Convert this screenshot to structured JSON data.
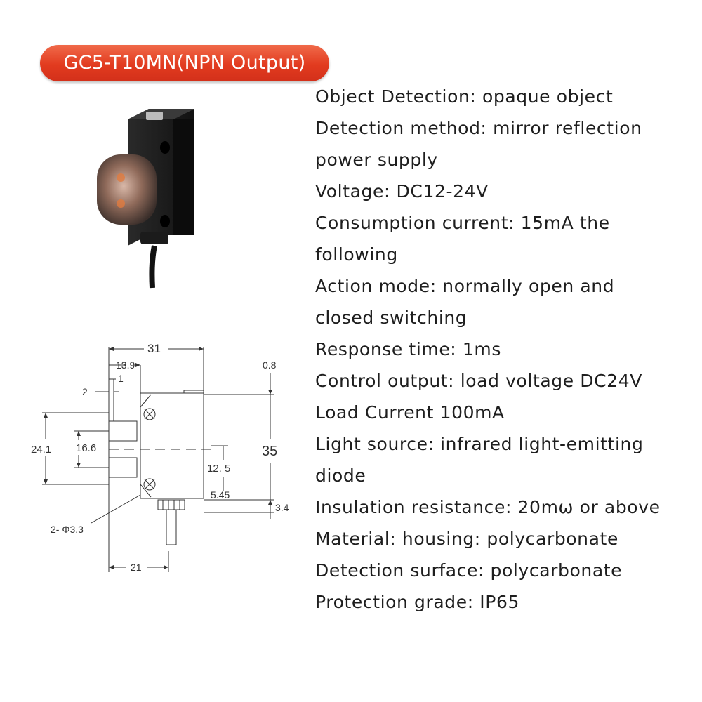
{
  "title": "GC5-T10MN(NPN Output)",
  "colors": {
    "title_pill": "#e23b1f",
    "title_text": "#ffffff",
    "housing": "#1a1a1a"
  },
  "specs": [
    "Object Detection: opaque object",
    "Detection method: mirror reflection",
    "power supply",
    "Voltage: DC12-24V",
    "Consumption current: 15mA the",
    "following",
    "Action mode: normally open and",
    "closed switching",
    "Response time: 1ms",
    "Control output: load voltage DC24V",
    "Load Current 100mA",
    "Light source: infrared light-emitting",
    "diode",
    "Insulation resistance: 20mω or above",
    "Material: housing: polycarbonate",
    "Detection surface: polycarbonate",
    "Protection grade: IP65"
  ],
  "drawing": {
    "dim_31": "31",
    "dim_13_9": "13.9",
    "dim_1": "1",
    "dim_2": "2",
    "dim_0_8": "0.8",
    "dim_24_1": "24.1",
    "dim_16_6": "16.6",
    "dim_35": "35",
    "dim_12_5": "12. 5",
    "dim_5_45": "5.45",
    "dim_3_4": "3.4",
    "dim_hole": "2- Φ3.3",
    "dim_21": "21"
  }
}
